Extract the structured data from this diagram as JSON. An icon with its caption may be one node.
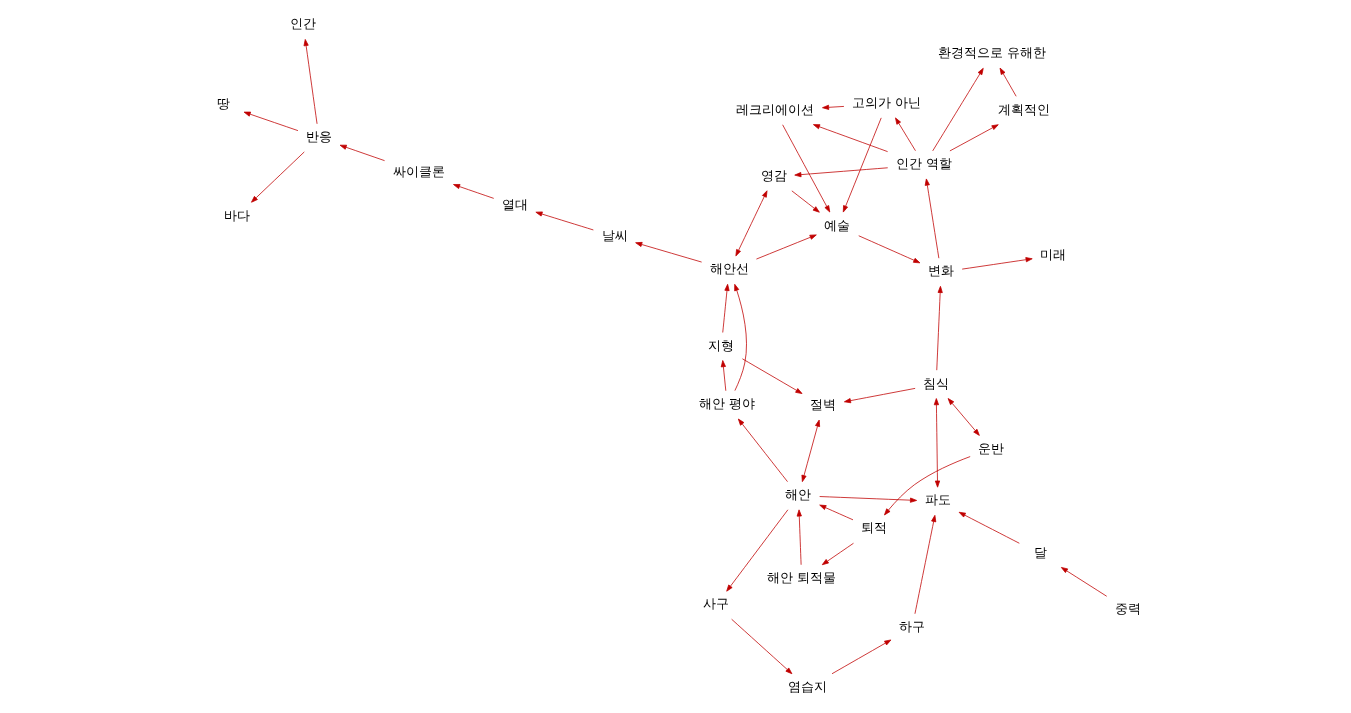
{
  "diagram": {
    "nodes": [
      {
        "text": [
          "땅"
        ]
      },
      {
        "text": [
          "바다"
        ]
      },
      {
        "text": [
          "반응"
        ]
      },
      {
        "text": [
          "인간"
        ]
      },
      {
        "text": [
          "해안"
        ]
      },
      {
        "text": [
          "사구"
        ]
      },
      {
        "text": [
          "염습지"
        ]
      },
      {
        "text": [
          "하구"
        ]
      },
      {
        "text": [
          "파도"
        ]
      },
      {
        "text": [
          "달"
        ]
      },
      {
        "text": [
          "중력"
        ]
      },
      {
        "text": [
          "싸이클론"
        ]
      },
      {
        "text": [
          "해안 평야"
        ]
      },
      {
        "text": [
          "해안 퇴적물"
        ]
      },
      {
        "text": [
          "퇴적"
        ]
      },
      {
        "text": [
          "운반"
        ]
      },
      {
        "text": [
          "침식"
        ]
      },
      {
        "text": [
          "열대"
        ]
      },
      {
        "text": [
          "미래"
        ]
      },
      {
        "text": [
          "절벽"
        ]
      },
      {
        "text": [
          "변화"
        ]
      },
      {
        "text": [
          "지형"
        ]
      },
      {
        "text": [
          "해안선"
        ]
      },
      {
        "text": [
          "영감"
        ]
      },
      {
        "text": [
          "인간 역할"
        ]
      },
      {
        "text": [
          "계획적인"
        ]
      },
      {
        "text": [
          "날씨"
        ]
      },
      {
        "text": [
          "예술"
        ]
      },
      {
        "text": [
          "레크리에이션"
        ]
      },
      {
        "text": [
          "환경적으로 유해한"
        ]
      },
      {
        "text": [
          "고의가 아닌"
        ]
      }
    ],
    "edges": [
      {
        "from": 2,
        "to": 0,
        "arrow": "to"
      },
      {
        "from": 2,
        "to": 1,
        "arrow": "to"
      },
      {
        "from": 2,
        "to": 3,
        "arrow": "to"
      },
      {
        "from": 11,
        "to": 2,
        "arrow": "to"
      },
      {
        "from": 17,
        "to": 11,
        "arrow": "to"
      },
      {
        "from": 26,
        "to": 17,
        "arrow": "to"
      },
      {
        "from": 22,
        "to": 26,
        "arrow": "to"
      },
      {
        "from": 4,
        "to": 5,
        "arrow": "to"
      },
      {
        "from": 5,
        "to": 6,
        "arrow": "to"
      },
      {
        "from": 6,
        "to": 7,
        "arrow": "to"
      },
      {
        "from": 7,
        "to": 8,
        "arrow": "to"
      },
      {
        "from": 9,
        "to": 8,
        "arrow": "to"
      },
      {
        "from": 10,
        "to": 9,
        "arrow": "to"
      },
      {
        "from": 4,
        "to": 8,
        "arrow": "to"
      },
      {
        "from": 8,
        "to": 16,
        "arrow": "both"
      },
      {
        "from": 15,
        "to": 16,
        "arrow": "both"
      },
      {
        "from": 15,
        "to": 14,
        "arrow": "to"
      },
      {
        "from": 14,
        "to": 13,
        "arrow": "to"
      },
      {
        "from": 14,
        "to": 4,
        "arrow": "to"
      },
      {
        "from": 13,
        "to": 4,
        "arrow": "to"
      },
      {
        "from": 4,
        "to": 19,
        "arrow": "both"
      },
      {
        "from": 4,
        "to": 12,
        "arrow": "to"
      },
      {
        "from": 12,
        "to": 22,
        "arrow": "to"
      },
      {
        "from": 12,
        "to": 21,
        "arrow": "to"
      },
      {
        "from": 16,
        "to": 19,
        "arrow": "to"
      },
      {
        "from": 21,
        "to": 19,
        "arrow": "to"
      },
      {
        "from": 21,
        "to": 22,
        "arrow": "to"
      },
      {
        "from": 16,
        "to": 20,
        "arrow": "to"
      },
      {
        "from": 20,
        "to": 18,
        "arrow": "to"
      },
      {
        "from": 27,
        "to": 20,
        "arrow": "to"
      },
      {
        "from": 20,
        "to": 24,
        "arrow": "to"
      },
      {
        "from": 24,
        "to": 23,
        "arrow": "to"
      },
      {
        "from": 22,
        "to": 23,
        "arrow": "both"
      },
      {
        "from": 22,
        "to": 27,
        "arrow": "to"
      },
      {
        "from": 23,
        "to": 27,
        "arrow": "to"
      },
      {
        "from": 24,
        "to": 25,
        "arrow": "to"
      },
      {
        "from": 24,
        "to": 29,
        "arrow": "to"
      },
      {
        "from": 25,
        "to": 29,
        "arrow": "to"
      },
      {
        "from": 24,
        "to": 28,
        "arrow": "to"
      },
      {
        "from": 24,
        "to": 30,
        "arrow": "to"
      },
      {
        "from": 30,
        "to": 28,
        "arrow": "to"
      },
      {
        "from": 28,
        "to": 27,
        "arrow": "to"
      },
      {
        "from": 30,
        "to": 27,
        "arrow": "to"
      }
    ]
  }
}
